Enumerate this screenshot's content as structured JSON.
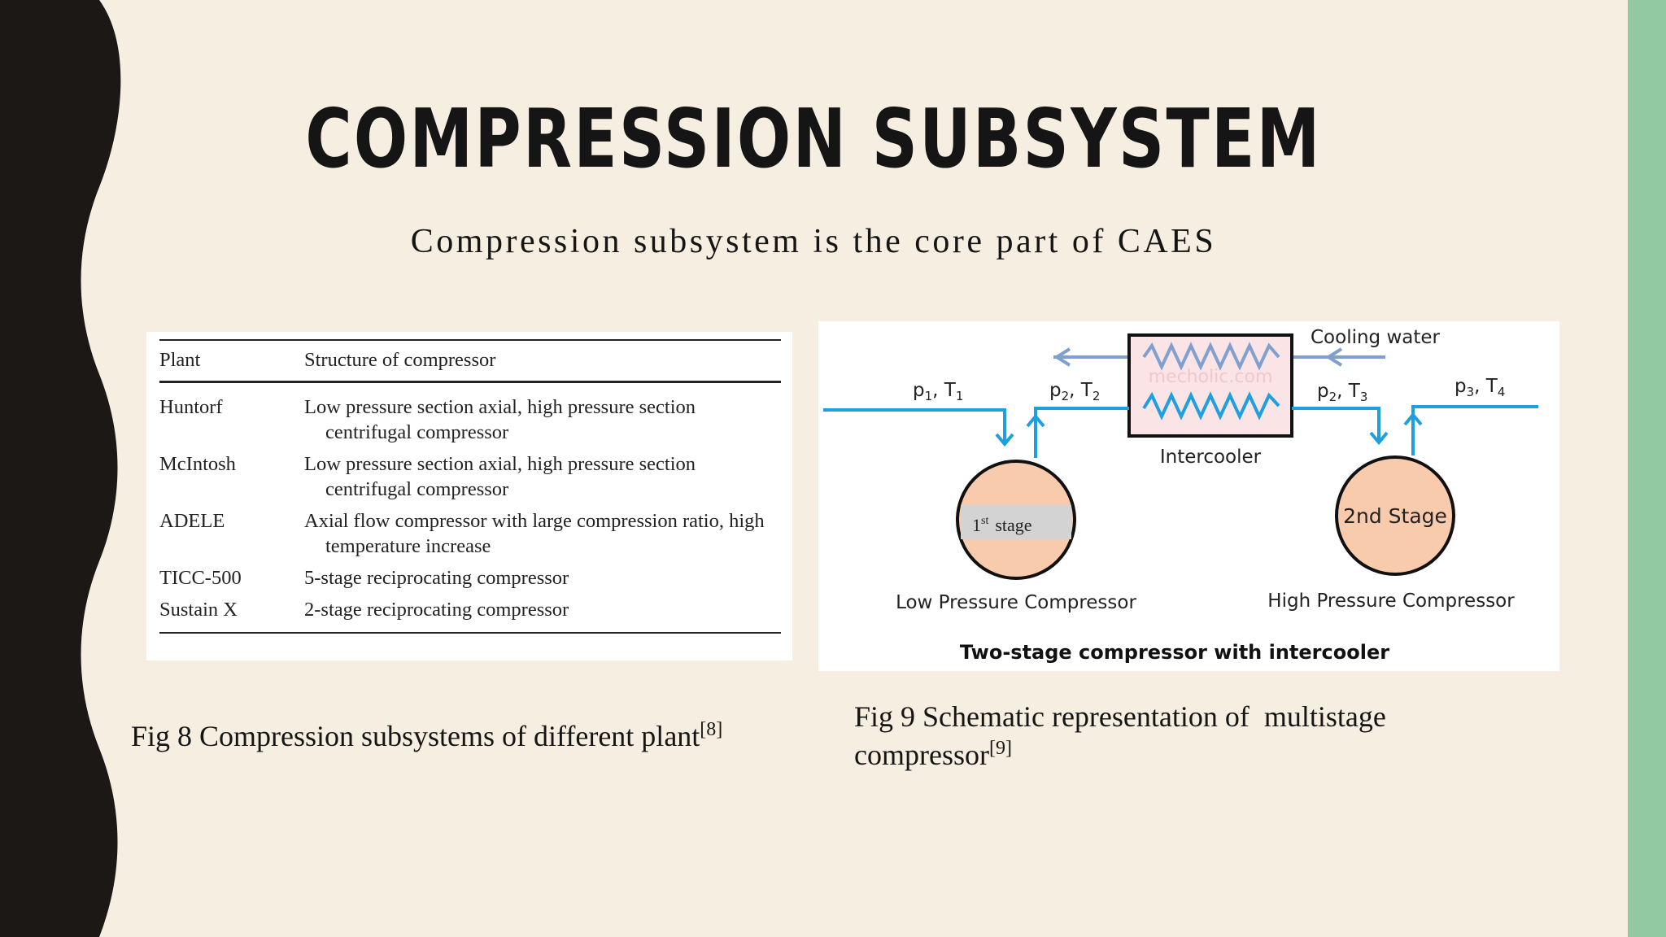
{
  "slide": {
    "title": "COMPRESSION SUBSYSTEM",
    "subtitle": "Compression subsystem is the core part of CAES",
    "colors": {
      "background": "#f6efe1",
      "left_band": "#1c1816",
      "right_band": "#93c9a2"
    }
  },
  "table": {
    "headers": [
      "Plant",
      "Structure of compressor"
    ],
    "rows": [
      {
        "plant": "Huntorf",
        "structure": "Low pressure section axial, high pressure section centrifugal compressor"
      },
      {
        "plant": "McIntosh",
        "structure": "Low pressure section axial, high pressure section centrifugal compressor"
      },
      {
        "plant": "ADELE",
        "structure": "Axial flow compressor with large compression ratio, high temperature increase"
      },
      {
        "plant": "TICC-500",
        "structure": "5-stage reciprocating compressor"
      },
      {
        "plant": "Sustain X",
        "structure": "2-stage reciprocating compressor"
      }
    ]
  },
  "diagram": {
    "cooling_water_label": "Cooling water",
    "intercooler_label": "Intercooler",
    "watermark": "mecholic.com",
    "state_labels": {
      "s1": {
        "p": "p",
        "p_sub": "1",
        "sep": ", T",
        "t_sub": "1"
      },
      "s2": {
        "p": "p",
        "p_sub": "2",
        "sep": ", T",
        "t_sub": "2"
      },
      "s3": {
        "p": "p",
        "p_sub": "2",
        "sep": ", T",
        "t_sub": "3"
      },
      "s4": {
        "p": "p",
        "p_sub": "3",
        "sep": ", T",
        "t_sub": "4"
      }
    },
    "stage1_label": {
      "num": "1",
      "sup": "st",
      "text": "stage"
    },
    "stage2_label": "2nd Stage",
    "low_pressure_label": "Low Pressure Compressor",
    "high_pressure_label": "High Pressure Compressor",
    "caption": "Two-stage compressor with intercooler",
    "colors": {
      "air_line": "#1e9fe0",
      "cooling_line": "#7fa0cf",
      "compressor_fill": "#f8cbad",
      "intercooler_fill": "#fbe4e6",
      "stage1_box": "#d3d3d3"
    }
  },
  "captions": {
    "fig8": {
      "text": "Fig 8 Compression subsystems of different plant",
      "ref": "[8]"
    },
    "fig9": {
      "line1": "Fig 9 Schematic representation of  multistage",
      "line2": "compressor",
      "ref": "[9]"
    }
  }
}
